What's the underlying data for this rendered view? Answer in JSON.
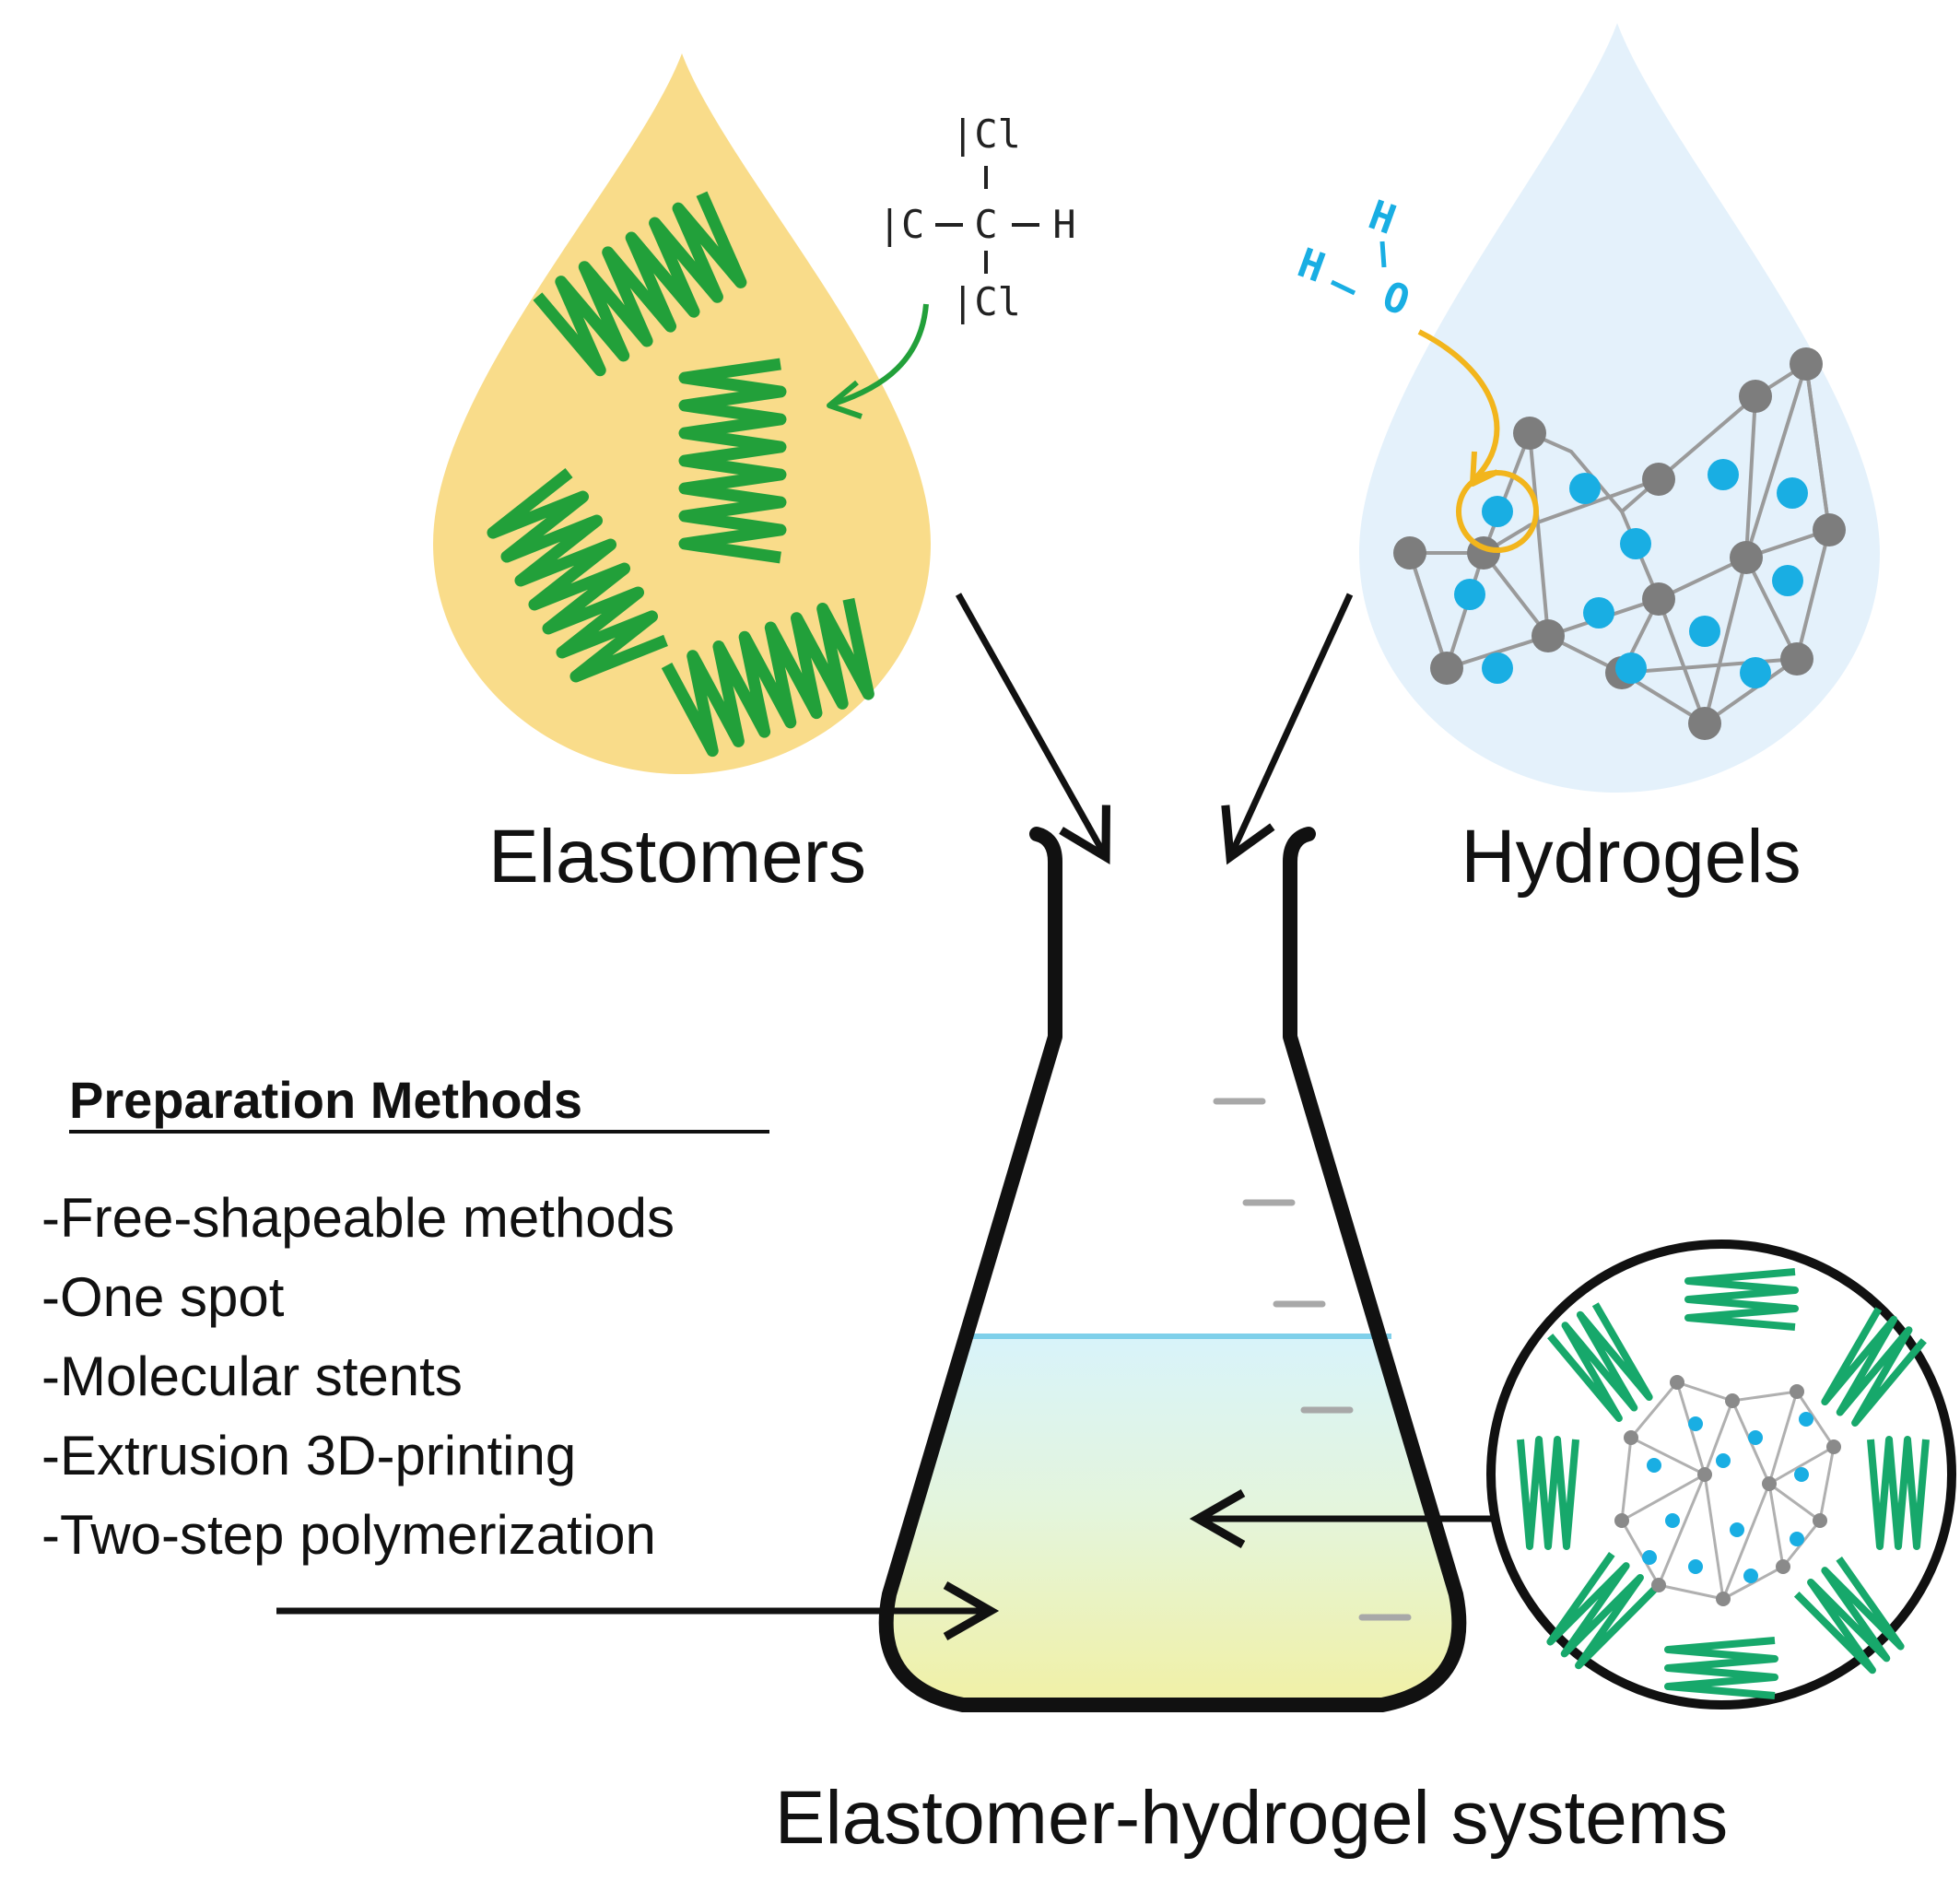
{
  "colors": {
    "elastomer_drop": "#f9dc8a",
    "hydrogel_drop": "#e4f1fb",
    "spring_green": "#22a03a",
    "spring_teal": "#17a86b",
    "water_blue": "#19aee3",
    "node_gray": "#7d7d7d",
    "arrow_yellow": "#f2b51c",
    "solution_top": "#d8f3fa",
    "solution_bottom": "#f1f0a2",
    "flask_outline": "#111111"
  },
  "elastomer": {
    "label": "Elastomers",
    "molecule": {
      "top": "|Cl",
      "left": "|C",
      "center": "C",
      "right": "H",
      "bottom": "|Cl"
    }
  },
  "hydrogel": {
    "label": "Hydrogels",
    "molecule": {
      "h1": "H",
      "o": "O",
      "h2": "H"
    }
  },
  "flask": {
    "label": "Elastomer-hydrogel systems"
  },
  "methods": {
    "title": "Preparation Methods",
    "items": [
      "-Free-shapeable methods",
      "-One spot",
      "-Molecular stents",
      "-Extrusion 3D-printing",
      "-Two-step polymerization"
    ]
  }
}
